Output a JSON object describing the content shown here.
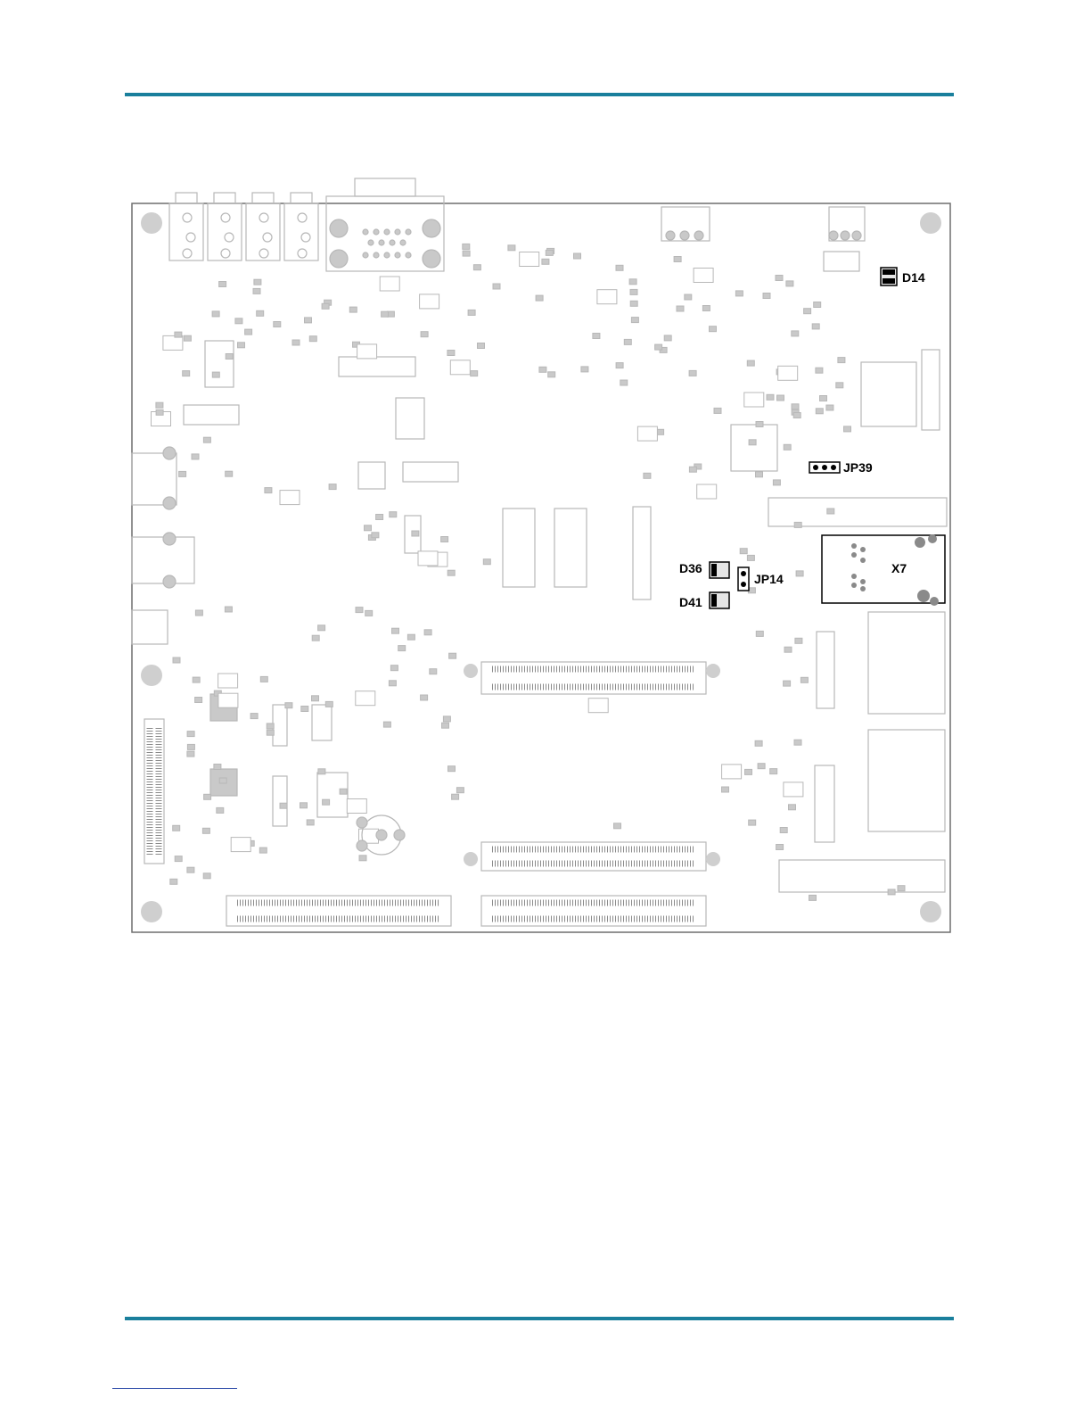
{
  "colors": {
    "rule": "#1a7f9c",
    "footnote_rule": "#2b4aa8",
    "board_outline": "#6e6e6e",
    "silkscreen": "#b8b8b8",
    "silkscreen_dark": "#8a8a8a",
    "pad_fill": "#c9c9c9",
    "mounting_hole": "#cfcfcf",
    "highlight": "#000000"
  },
  "callouts": {
    "d14": "D14",
    "jp39": "JP39",
    "d36": "D36",
    "jp14": "JP14",
    "d41": "D41",
    "x7": "X7"
  }
}
